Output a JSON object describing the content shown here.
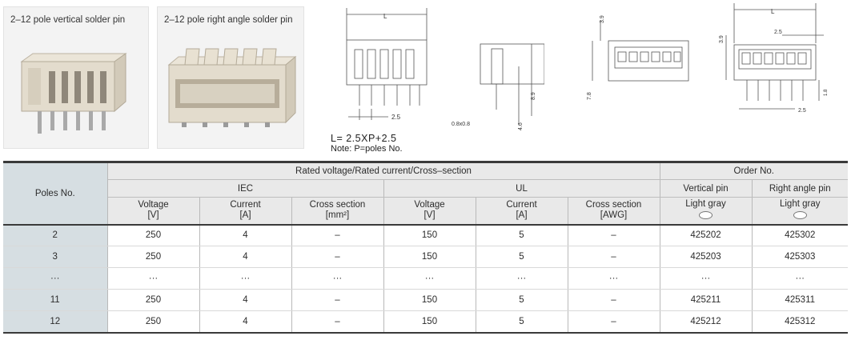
{
  "products": [
    {
      "caption": "2–12 pole vertical solder pin"
    },
    {
      "caption": "2–12 pole right angle solder pin"
    }
  ],
  "drawing_labels": {
    "length": "L",
    "pitch": "2.5",
    "pin_size": "0.8x0.8",
    "height_a": "8.9",
    "height_b": "4.6",
    "height_c": "3.9",
    "height_d": "7.8",
    "pin_len": "1.8"
  },
  "note": {
    "formula": "L= 2.5XP+2.5",
    "text": "Note: P=poles No."
  },
  "table": {
    "poles_header": "Poles No.",
    "rated_header": "Rated voltage/Rated current/Cross–section",
    "order_header": "Order No.",
    "iec": "IEC",
    "ul": "UL",
    "vertical_pin": "Vertical pin",
    "right_angle_pin": "Right angle pin",
    "col_voltage": "Voltage",
    "unit_voltage": "[V]",
    "col_current": "Current",
    "unit_current": "[A]",
    "col_cross": "Cross section",
    "unit_cross_iec": "[mm²]",
    "unit_cross_ul": "[AWG]",
    "color": "Light gray",
    "swatch_color": "#ffffff",
    "rows": [
      {
        "poles": "2",
        "iec_v": "250",
        "iec_a": "4",
        "iec_x": "–",
        "ul_v": "150",
        "ul_a": "5",
        "ul_x": "–",
        "vertical": "425202",
        "right": "425302"
      },
      {
        "poles": "3",
        "iec_v": "250",
        "iec_a": "4",
        "iec_x": "–",
        "ul_v": "150",
        "ul_a": "5",
        "ul_x": "–",
        "vertical": "425203",
        "right": "425303"
      },
      {
        "poles": "···",
        "iec_v": "···",
        "iec_a": "···",
        "iec_x": "···",
        "ul_v": "···",
        "ul_a": "···",
        "ul_x": "···",
        "vertical": "···",
        "right": "···"
      },
      {
        "poles": "11",
        "iec_v": "250",
        "iec_a": "4",
        "iec_x": "–",
        "ul_v": "150",
        "ul_a": "5",
        "ul_x": "–",
        "vertical": "425211",
        "right": "425311"
      },
      {
        "poles": "12",
        "iec_v": "250",
        "iec_a": "4",
        "iec_x": "–",
        "ul_v": "150",
        "ul_a": "5",
        "ul_x": "–",
        "vertical": "425212",
        "right": "425312"
      }
    ]
  }
}
